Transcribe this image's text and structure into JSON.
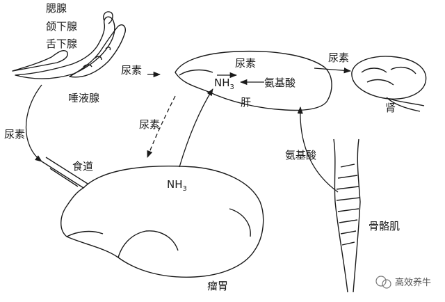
{
  "labels": {
    "parotid": "腮腺",
    "submandibular": "颌下腺",
    "sublingual": "舌下腺",
    "urea_to_saliva": "尿素",
    "salivary_glands": "唾液腺",
    "urea_left": "尿素",
    "esophagus": "食道",
    "urea_liver_inner": "尿素",
    "nh3_liver": "NH",
    "nh3_liver_sub": "3",
    "amino_acid_liver": "氨基酸",
    "liver": "肝",
    "urea_to_kidney": "尿素",
    "kidney": "肾",
    "urea_diag": "尿素",
    "amino_acid_muscle": "氨基酸",
    "nh3_rumen": "NH",
    "nh3_rumen_sub": "3",
    "skeletal_muscle": "骨骼肌",
    "rumen": "瘤胃"
  },
  "watermark": {
    "text": "高效养牛"
  }
}
